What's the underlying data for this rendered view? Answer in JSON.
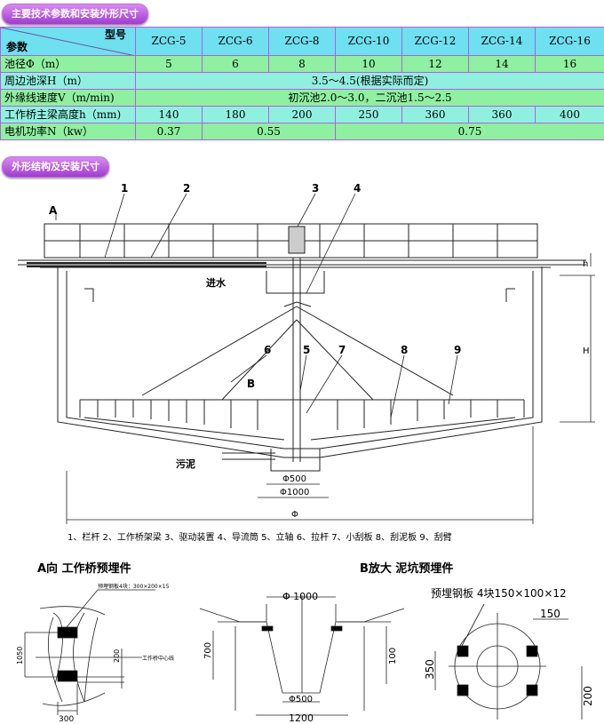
{
  "section1_title": "主要技术参数和安装外形尺寸",
  "section2_title": "外形结构及安装尺寸",
  "table": {
    "corner_top": "型号",
    "corner_bottom": "参数",
    "models": [
      "ZCG-5",
      "ZCG-6",
      "ZCG-8",
      "ZCG-10",
      "ZCG-12",
      "ZCG-14",
      "ZCG-16"
    ],
    "rows": [
      {
        "label": "池径Φ（m）",
        "values": [
          "5",
          "6",
          "8",
          "10",
          "12",
          "14",
          "16"
        ]
      },
      {
        "label": "周边池深H（m）",
        "value": "3.5～4.5(根据实际而定)"
      },
      {
        "label": "外缘线速度V（m/min)",
        "value": "初沉池2.0～3.0，二沉池1.5～2.5"
      },
      {
        "label": "工作桥主梁高度h（mm)",
        "values": [
          "140",
          "180",
          "200",
          "250",
          "360",
          "360",
          "400"
        ]
      },
      {
        "label": "电机功率N（kw）",
        "values": [
          "0.37",
          "0.55",
          "0.75"
        ]
      }
    ]
  },
  "drawing": {
    "callouts": [
      "1",
      "2",
      "3",
      "4",
      "5",
      "6",
      "7",
      "8",
      "9"
    ],
    "view_a": "A",
    "view_b": "B",
    "inlet": "进水",
    "sludge": "污泥",
    "d500": "Φ500",
    "d1000": "Φ1000",
    "diameter": "Φ",
    "h": "h",
    "H": "H",
    "legend": "1、栏杆   2、工作桥架梁   3、驱动装置   4、导流筒   5、立轴   6、拉杆   7、小刮板   8、刮泥板   9、刮臂"
  },
  "detail_a": {
    "title": "A向 工作桥预埋件",
    "plate_note": "预埋钢板4块：300×200×15",
    "dim_1050": "1050",
    "dim_200": "200",
    "centerline": "工作桥中心线",
    "dim_300": "300"
  },
  "detail_b": {
    "title": "B放大 泥坑预埋件",
    "dim_phi1000": "Φ 1000",
    "dim_700": "700",
    "dim_100": "100",
    "dim_phi500": "Φ500",
    "dim_1200": "1200",
    "plate_note": "预埋钢板 4块150×100×12",
    "dim_150": "150",
    "dim_350": "350",
    "dim_200": "200"
  }
}
